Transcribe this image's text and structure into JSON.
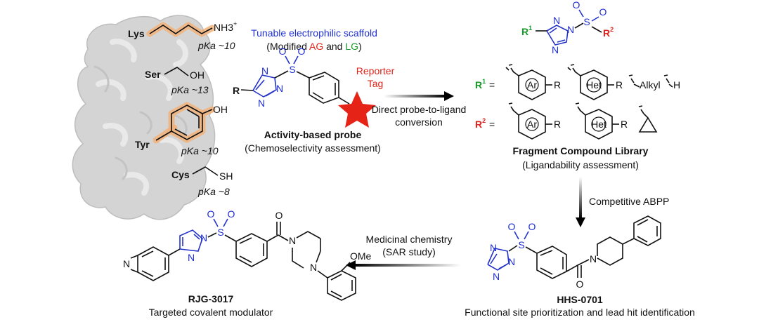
{
  "protein": {
    "residues": [
      {
        "name": "Lys",
        "group": "NH3",
        "charge": "+",
        "pka": "pKa ~10"
      },
      {
        "name": "Ser",
        "group": "OH",
        "pka": "pKa ~13"
      },
      {
        "name": "Tyr",
        "group": "OH",
        "pka": "pKa ~10"
      },
      {
        "name": "Cys",
        "group": "SH",
        "pka": "pKa ~8"
      }
    ]
  },
  "probe": {
    "header_line1": "Tunable electrophilic scaffold",
    "header_line2_open": "(Modified ",
    "header_ag": "AG",
    "header_and": " and ",
    "header_lg": "LG",
    "header_close": ")",
    "r_label": "R",
    "reporter_line1": "Reporter",
    "reporter_line2": "Tag",
    "title": "Activity-based probe",
    "subtitle": "(Chemoselectivity assessment)"
  },
  "arrow1": {
    "line1": "Direct probe-to-ligand",
    "line2": "conversion"
  },
  "library": {
    "r1": "R",
    "r1_sup": "1",
    "r2": "R",
    "r2_sup": "2",
    "equals": "=",
    "ar": "Ar",
    "het": "Het",
    "r": "R",
    "alkyl": "Alkyl",
    "h": "H",
    "title": "Fragment Compound Library",
    "subtitle": "(Ligandability assessment)"
  },
  "arrow2": {
    "label": "Competitive ABPP"
  },
  "arrow3": {
    "line1": "Medicinal chemistry",
    "line2": "(SAR study)"
  },
  "hhs": {
    "name": "HHS-0701",
    "caption": "Functional site prioritization and lead hit identification"
  },
  "rjg": {
    "name": "RJG-3017",
    "caption": "Targeted covalent modulator",
    "substituent": "OMe"
  },
  "atoms": {
    "N": "N",
    "S": "S",
    "O": "O"
  },
  "colors": {
    "blue": "#1f2fd0",
    "red": "#e0231c",
    "green": "#159a2a",
    "glow": "#f2b27a",
    "protein": "#d4d4d4"
  }
}
